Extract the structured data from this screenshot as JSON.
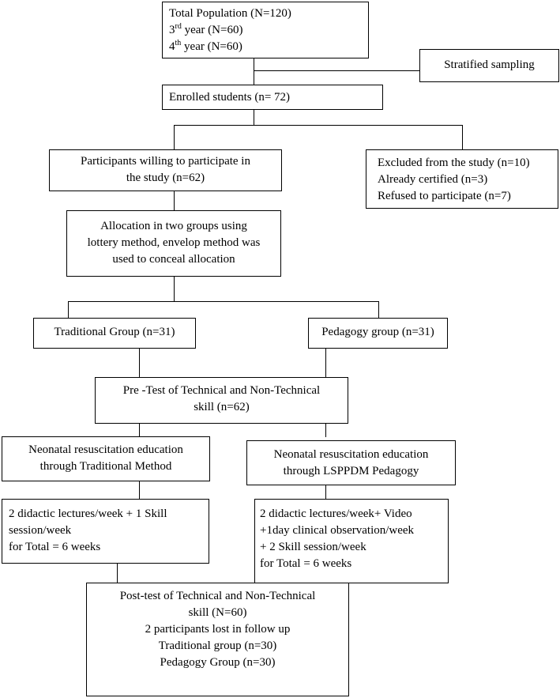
{
  "total_population": {
    "line1": "Total Population (N=120)",
    "year3_num": "3",
    "year3_sup": "rd",
    "year3_rest": " year (N=60)",
    "year4_num": "4",
    "year4_sup": "th",
    "year4_rest": " year (N=60)"
  },
  "stratified": "Stratified sampling",
  "enrolled": "Enrolled students (n= 72)",
  "willing": [
    "Participants willing to participate in",
    "the study (n=62)"
  ],
  "excluded": [
    "Excluded from the study (n=10)",
    "Already certified (n=3)",
    "Refused to participate (n=7)"
  ],
  "allocation": [
    "Allocation in two groups using",
    "lottery method, envelop method was",
    "used to conceal allocation"
  ],
  "traditional_group": "Traditional Group (n=31)",
  "pedagogy_group": "Pedagogy group (n=31)",
  "pretest": [
    "Pre -Test of Technical and Non-Technical",
    "skill (n=62)"
  ],
  "edu_traditional": [
    "Neonatal resuscitation education",
    "through Traditional Method"
  ],
  "edu_pedagogy": [
    "Neonatal resuscitation education",
    "through LSPPDM Pedagogy"
  ],
  "schedule_traditional": [
    "2 didactic lectures/week + 1 Skill",
    "session/week",
    "for Total = 6 weeks"
  ],
  "schedule_pedagogy": [
    "2 didactic lectures/week+ Video",
    "+1day clinical observation/week",
    "+ 2 Skill session/week",
    "for Total = 6 weeks"
  ],
  "posttest": [
    "Post-test of Technical and Non-Technical",
    "skill (N=60)",
    "2 participants lost in follow up",
    "Traditional group (n=30)",
    "Pedagogy Group (n=30)"
  ]
}
